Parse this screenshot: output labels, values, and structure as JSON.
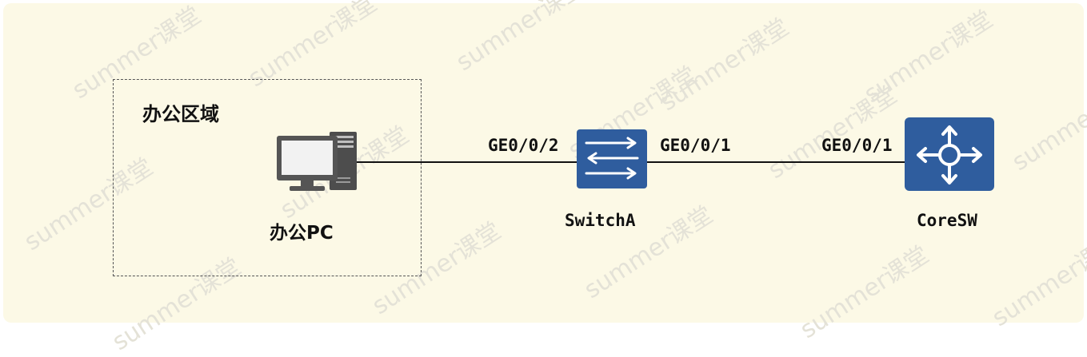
{
  "watermark": "summer课堂",
  "area": {
    "label": "办公区域"
  },
  "nodes": {
    "pc": {
      "label": "办公PC",
      "icon": "desktop-pc-icon"
    },
    "switch": {
      "label": "SwitchA",
      "icon": "switch-icon",
      "color": "#2f5d9e"
    },
    "core": {
      "label": "CoreSW",
      "icon": "layer3-switch-icon",
      "color": "#2f5d9e"
    }
  },
  "links": [
    {
      "from": "pc",
      "to": "switch",
      "to_port": "GE0/0/2"
    },
    {
      "from": "switch",
      "to": "core",
      "from_port": "GE0/0/1",
      "to_port": "GE0/0/1"
    }
  ]
}
